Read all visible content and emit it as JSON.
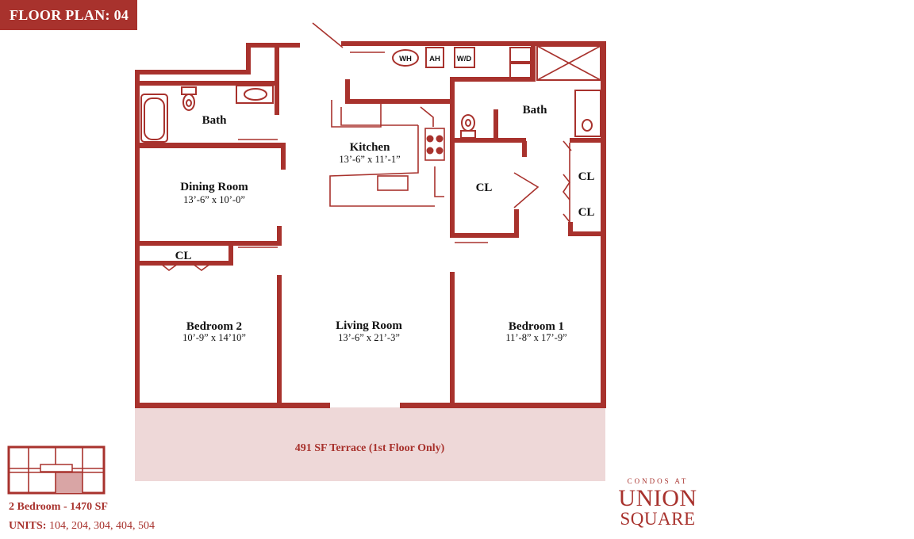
{
  "header": {
    "floor_plan_label": "FLOOR PLAN: 04"
  },
  "colors": {
    "wall": "#a8322d",
    "terrace_fill": "#eed8d8",
    "highlight_unit": "#d9a5a5",
    "text": "#111111",
    "background": "#ffffff"
  },
  "rooms": {
    "bath_left": {
      "name": "Bath"
    },
    "dining": {
      "name": "Dining Room",
      "dimensions": "13’-6” x 10’-0”"
    },
    "kitchen": {
      "name": "Kitchen",
      "dimensions": "13’-6” x 11’-1”"
    },
    "bath_right": {
      "name": "Bath"
    },
    "closet_center": {
      "name": "CL"
    },
    "closet_right_upper": {
      "name": "CL"
    },
    "closet_right_lower": {
      "name": "CL"
    },
    "closet_bed2": {
      "name": "CL"
    },
    "bedroom2": {
      "name": "Bedroom 2",
      "dimensions": "10’-9” x 14’10”"
    },
    "living": {
      "name": "Living Room",
      "dimensions": "13’-6” x 21’-3”"
    },
    "bedroom1": {
      "name": "Bedroom 1",
      "dimensions": "11’-8” x 17’-9”"
    }
  },
  "appliances": {
    "water_heater": "WH",
    "air_handler": "AH",
    "washer_dryer": "W/D"
  },
  "terrace": {
    "label": "491 SF Terrace (1st Floor Only)"
  },
  "unit_summary": {
    "text": "2 Bedroom - 1470 SF"
  },
  "units": {
    "label": "UNITS:",
    "values": "104, 204, 304, 404, 504"
  },
  "brand": {
    "prefix": "CONDOS AT",
    "line1": "UNION",
    "line2": "SQUARE"
  }
}
